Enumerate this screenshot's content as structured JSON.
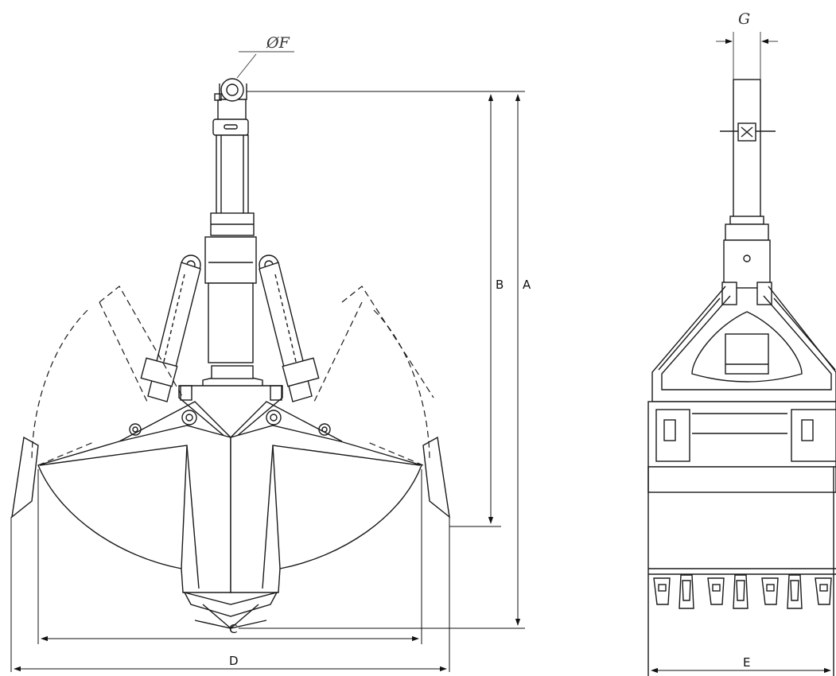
{
  "diagram": {
    "labels": {
      "A": "A",
      "B": "B",
      "C": "C",
      "D": "D",
      "E": "E",
      "F": "ØF",
      "G": "G"
    },
    "colors": {
      "line": "#1a1a1a",
      "background": "#ffffff"
    }
  }
}
